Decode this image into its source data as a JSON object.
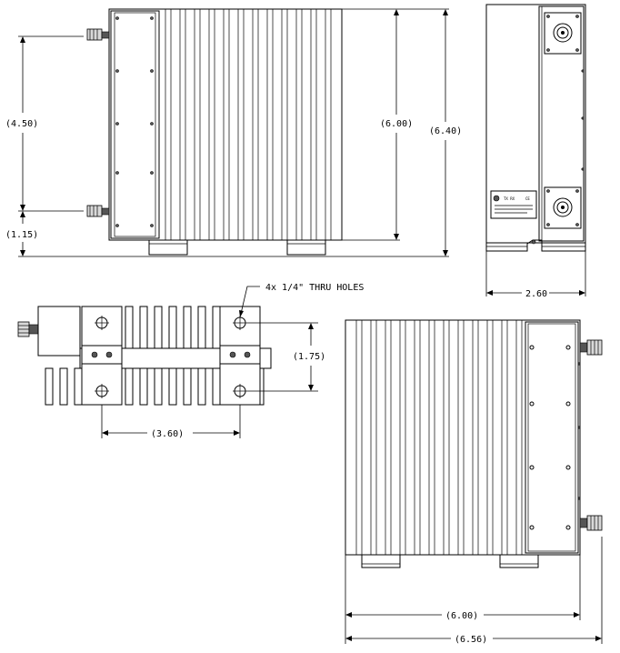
{
  "dimensions": {
    "front_height_inner": "(6.00)",
    "front_height_outer": "(6.40)",
    "front_connector_spacing": "(4.50)",
    "front_connector_offset": "(1.15)",
    "side_width": "2.60",
    "bottom_hole_spacing_x": "(3.60)",
    "bottom_hole_spacing_y": "(1.75)",
    "top_width_inner": "(6.00)",
    "top_width_outer": "(6.56)"
  },
  "notes": {
    "holes": "4x 1/4\" THRU HOLES"
  },
  "label_plate": {
    "brand": "TX RX",
    "mark": "CE"
  }
}
